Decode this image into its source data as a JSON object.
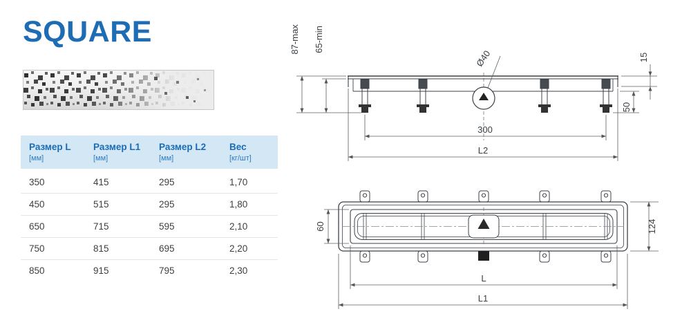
{
  "product": {
    "title": "SQUARE"
  },
  "table": {
    "headers": [
      {
        "label": "Размер L",
        "unit": "[мм]"
      },
      {
        "label": "Размер L1",
        "unit": "[мм]"
      },
      {
        "label": "Размер L2",
        "unit": "[мм]"
      },
      {
        "label": "Вес",
        "unit": "[кг/шт]"
      }
    ],
    "rows": [
      [
        "350",
        "415",
        "295",
        "1,70"
      ],
      [
        "450",
        "515",
        "295",
        "1,80"
      ],
      [
        "650",
        "715",
        "595",
        "2,10"
      ],
      [
        "750",
        "815",
        "695",
        "2,20"
      ],
      [
        "850",
        "915",
        "795",
        "2,30"
      ]
    ]
  },
  "drawings": {
    "side_view": {
      "height_max": "87-max",
      "height_min": "65-min",
      "drain_diameter": "Ø40",
      "rim_height": "15",
      "foot_height": "50",
      "foot_spacing": "300",
      "length_outer": "L2"
    },
    "plan_view": {
      "channel_width": "60",
      "body_width": "124",
      "length_l": "L",
      "length_l1": "L1"
    }
  }
}
